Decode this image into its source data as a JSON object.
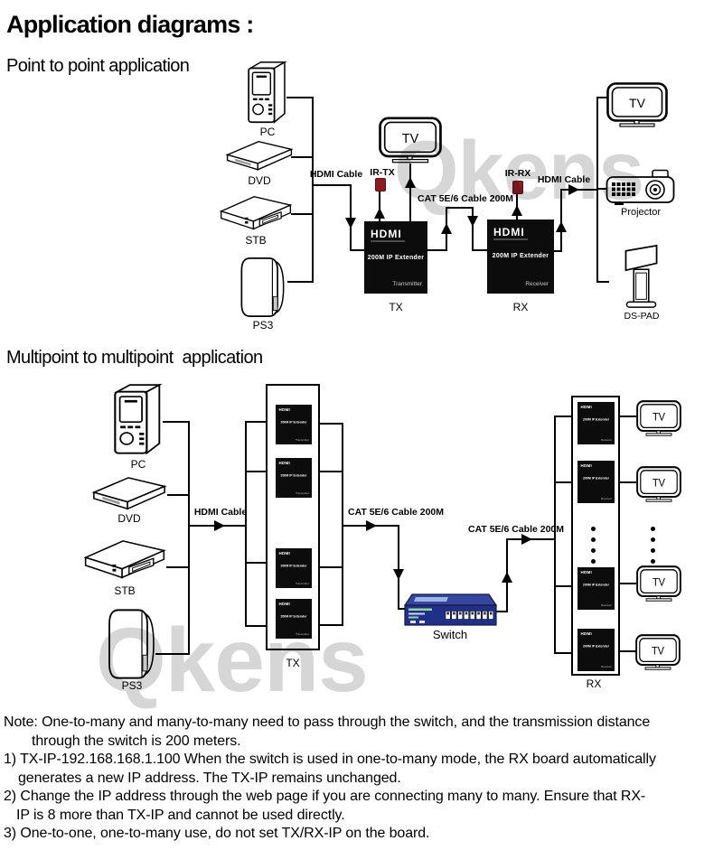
{
  "title": "Application diagrams :",
  "watermark": "Qkens",
  "p2p": {
    "heading": "Point to point application",
    "pc": "PC",
    "dvd": "DVD",
    "stb": "STB",
    "ps3": "PS3",
    "hdmi_cable": "HDMI Cable",
    "hdmi_cable_out": "HDMI Cable",
    "cat_cable": "CAT 5E/6 Cable 200M",
    "ir_tx": "IR-TX",
    "ir_rx": "IR-RX",
    "tv": "TV",
    "projector": "Projector",
    "dspad": "DS-PAD",
    "tx": "TX",
    "rx": "RX"
  },
  "mp": {
    "heading": "Multipoint to multipoint  application",
    "pc": "PC",
    "dvd": "DVD",
    "stb": "STB",
    "ps3": "PS3",
    "hdmi_cable": "HDMI Cable",
    "cat_cable_1": "CAT 5E/6 Cable 200M",
    "cat_cable_2": "CAT 5E/6 Cable 200M",
    "switch": "Switch",
    "tv": "TV",
    "tx": "TX",
    "rx": "RX"
  },
  "extender": {
    "brand": "HDMI",
    "model": "200M IP Extender",
    "transmitter": "Transmitter",
    "receiver": "Receiver"
  },
  "notes": [
    "Note: One-to-many and many-to-many need to pass through the switch, and the transmission distance",
    "through the switch is 200 meters.",
    "1) TX-IP-192.168.168.1.100 When the switch is used in one-to-many mode, the RX board automatically",
    "generates a new IP address. The TX-IP remains unchanged.",
    "2) Change the IP address through the web page if you are connecting many to many. Ensure that RX-",
    "IP is 8 more than TX-IP and cannot be used directly.",
    "3) One-to-one, one-to-many use, do not set TX/RX-IP on the board."
  ],
  "colors": {
    "diagram_line": "#000000",
    "extender_black": "#0c0c0c",
    "ir_dongle_red": "#8a1d22",
    "switch_blue": "#2e3f9e",
    "watermark_gray": "#d6d6d6"
  }
}
